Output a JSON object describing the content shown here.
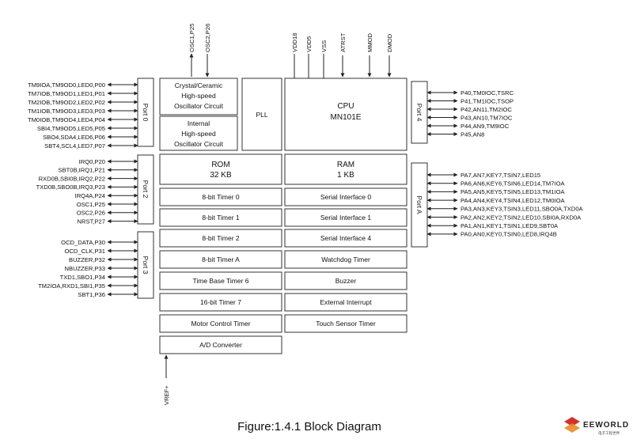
{
  "title": "Figure:1.4.1  Block Diagram",
  "watermark": {
    "text": "EEWORLD",
    "subtext": "电子工程世界"
  },
  "top_signals": [
    "OSC1,P25",
    "OSC2,P26",
    "VDD18",
    "VDD5",
    "VSS",
    "ATRST",
    "MMOD",
    "DMOD"
  ],
  "bottom_signal": "VREF+",
  "ports": {
    "port0": {
      "name": "Port 0",
      "pins": [
        "TM9IOA,TM9OD0,LED0,P00",
        "TM7IOB,TM9OD1,LED1,P01",
        "TM2IOB,TM9OD2,LED2,P02",
        "TM1IOB,TM9OD3,LED3,P03",
        "TM0IOB,TM9OD4,LED4,P04",
        "SBI4,TM9OD5,LED5,P05",
        "SBO4,SDA4,LED6,P06",
        "SBT4,SCL4,LED7,P07"
      ]
    },
    "port2": {
      "name": "Port 2",
      "pins": [
        "IRQ0,P20",
        "SBT0B,IRQ1,P21",
        "RXD0B,SBI0B,IRQ2,P22",
        "TXD0B,SBO0B,IRQ3,P23",
        "IRQ4A,P24",
        "OSC1,P25",
        "OSC2,P26",
        "NRST,P27"
      ]
    },
    "port3": {
      "name": "Port 3",
      "pins": [
        "OCD_DATA,P30",
        "OCD_CLK,P31",
        "BUZZER,P32",
        "NBUZZER,P33",
        "TXD1,SBO1,P34",
        "TM2IOA,RXD1,SBI1,P35",
        "SBT1,P36"
      ]
    },
    "port4": {
      "name": "Port 4",
      "pins": [
        "P40,TM0IOC,TSRC",
        "P41,TM1IOC,TSOP",
        "P42,AN11,TM2IOC",
        "P43,AN10,TM7IOC",
        "P44,AN9,TM9IOC",
        "P45,AN8"
      ]
    },
    "portA": {
      "name": "Port A",
      "pins": [
        "PA7,AN7,KEY7,TSIN7,LED15",
        "PA6,AN6,KEY6,TSIN6,LED14,TM7IOA",
        "PA5,AN5,KEY5,TSIN5,LED13,TM1IOA",
        "PA4,AN4,KEY4,TSIN4,LED12,TM0IOA",
        "PA3,AN3,KEY3,TSIN3,LED11,SBO0A,TXD0A",
        "PA2,AN2,KEY2,TSIN2,LED10,SBI0A,RXD0A",
        "PA1,AN1,KEY1,TSIN1,LED9,SBT0A",
        "PA0,AN0,KEY0,TSIN0,LED8,IRQ4B"
      ]
    }
  },
  "blocks": {
    "crystal": [
      "Crystal/Ceramic",
      "High-speed",
      "Oscillator Circuit"
    ],
    "internal": [
      "Internal",
      "High-speed",
      "Oscillator Circuit"
    ],
    "pll": "PLL",
    "cpu": [
      "CPU",
      "MN101E"
    ],
    "rom": [
      "ROM",
      "32 KB"
    ],
    "ram": [
      "RAM",
      "1 KB"
    ],
    "timer0": "8-bit Timer 0",
    "timer1": "8-bit Timer 1",
    "timer2": "8-bit Timer 2",
    "timerA": "8-bit Timer A",
    "timebase": "Time Base Timer 6",
    "timer7": "16-bit Timer 7",
    "motor": "Motor Control Timer",
    "adc": "A/D Converter",
    "serial0": "Serial Interface 0",
    "serial1": "Serial Interface 1",
    "serial4": "Serial Interface 4",
    "watchdog": "Watchdog Timer",
    "buzzer": "Buzzer",
    "extint": "External Interrupt",
    "touch": "Touch Sensor Timer"
  }
}
